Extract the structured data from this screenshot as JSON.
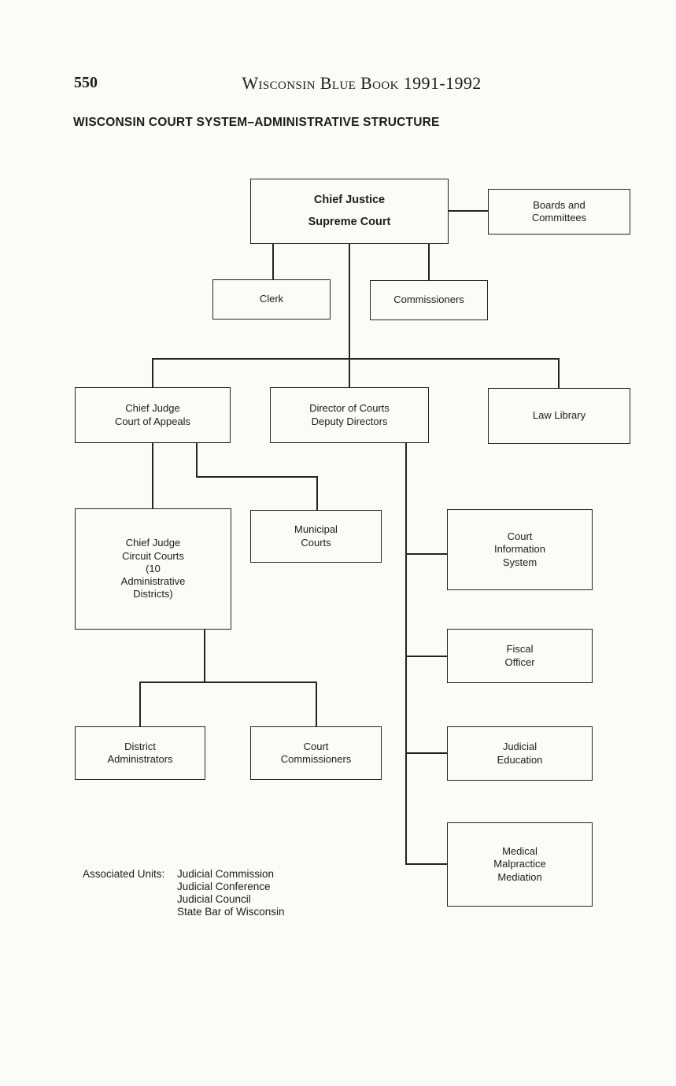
{
  "page": {
    "page_number": "550",
    "book_title": "Wisconsin Blue Book 1991-1992",
    "chart_title": "WISCONSIN COURT SYSTEM–ADMINISTRATIVE STRUCTURE"
  },
  "boxes": {
    "chief_justice": {
      "label": "Chief Justice\nSupreme Court"
    },
    "boards_committees": {
      "label": "Boards and\nCommittees"
    },
    "clerk": {
      "label": "Clerk"
    },
    "commissioners": {
      "label": "Commissioners"
    },
    "chief_judge_appeals": {
      "label": "Chief Judge\nCourt of Appeals"
    },
    "director_of_courts": {
      "label": "Director of Courts\nDeputy Directors"
    },
    "law_library": {
      "label": "Law Library"
    },
    "circuit_courts": {
      "label": "Chief Judge\nCircuit Courts\n(10\nAdministrative\nDistricts)"
    },
    "municipal_courts": {
      "label": "Municipal\nCourts"
    },
    "court_information_system": {
      "label": "Court\nInformation\nSystem"
    },
    "fiscal_officer": {
      "label": "Fiscal\nOfficer"
    },
    "judicial_education": {
      "label": "Judicial\nEducation"
    },
    "district_administrators": {
      "label": "District\nAdministrators"
    },
    "court_commissioners": {
      "label": "Court\nCommissioners"
    },
    "medical_malpractice_mediation": {
      "label": "Medical\nMalpractice\nMediation"
    }
  },
  "associated_units": {
    "label": "Associated Units:",
    "items": [
      "Judicial Commission",
      "Judicial Conference",
      "Judicial Council",
      "State Bar of Wisconsin"
    ]
  }
}
